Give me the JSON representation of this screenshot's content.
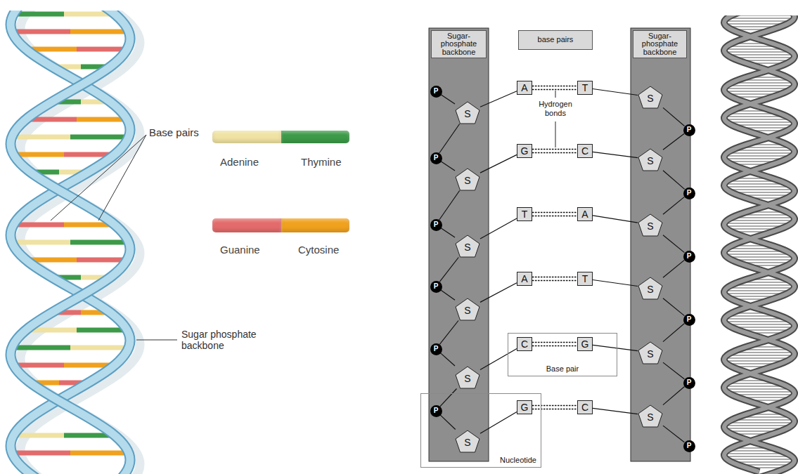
{
  "diagram": {
    "nodes": [
      {
        "text": [
          "Sugar- phosphate backbone"
        ]
      },
      {
        "text": [
          "base pairs"
        ]
      },
      {
        "text": [
          "Sugar- phosphate backbone"
        ]
      },
      {
        "text": [
          "P"
        ]
      },
      {
        "text": [
          "S"
        ]
      },
      {
        "text": [
          "A"
        ]
      },
      {
        "text": [
          "T"
        ]
      },
      {
        "text": [
          "S"
        ]
      },
      {
        "text": [
          "P"
        ]
      },
      {
        "text": [
          "P"
        ]
      },
      {
        "text": [
          "S"
        ]
      },
      {
        "text": [
          "G"
        ]
      },
      {
        "text": [
          "C"
        ]
      },
      {
        "text": [
          "S"
        ]
      },
      {
        "text": [
          "P"
        ]
      },
      {
        "text": [
          "P"
        ]
      },
      {
        "text": [
          "S"
        ]
      },
      {
        "text": [
          "T"
        ]
      },
      {
        "text": [
          "A"
        ]
      },
      {
        "text": [
          "S"
        ]
      },
      {
        "text": [
          "P"
        ]
      },
      {
        "text": [
          "P"
        ]
      },
      {
        "text": [
          "S"
        ]
      },
      {
        "text": [
          "A"
        ]
      },
      {
        "text": [
          "T"
        ]
      },
      {
        "text": [
          "S"
        ]
      },
      {
        "text": [
          "P"
        ]
      },
      {
        "text": [
          "P"
        ]
      },
      {
        "text": [
          "S"
        ]
      },
      {
        "text": [
          "Base pair"
        ]
      },
      {
        "text": [
          "C"
        ],
        "in": 29
      },
      {
        "text": [
          "G"
        ],
        "in": 29
      },
      {
        "text": [
          "S"
        ]
      },
      {
        "text": [
          "P"
        ]
      },
      {
        "text": [
          "Nucleotide"
        ]
      },
      {
        "text": [
          "P"
        ],
        "in": 34
      },
      {
        "text": [
          "S"
        ],
        "in": 34
      },
      {
        "text": [
          "G"
        ],
        "in": 34
      },
      {
        "text": [
          "C"
        ]
      },
      {
        "text": [
          "S"
        ]
      },
      {
        "text": [
          "P"
        ]
      }
    ],
    "edges": [
      {
        "from": 4,
        "to": 5,
        "arrow": "none"
      },
      {
        "from": 5,
        "to": 6,
        "arrow": "none"
      },
      {
        "from": 6,
        "to": 7,
        "arrow": "none"
      },
      {
        "from": 3,
        "to": 4,
        "arrow": "none"
      },
      {
        "from": 4,
        "to": 9,
        "arrow": "none"
      },
      {
        "from": 7,
        "to": 8,
        "arrow": "none"
      },
      {
        "from": 8,
        "to": 13,
        "arrow": "none"
      },
      {
        "from": 10,
        "to": 11,
        "arrow": "none"
      },
      {
        "from": 11,
        "to": 12,
        "arrow": "none"
      },
      {
        "from": 12,
        "to": 13,
        "arrow": "none"
      },
      {
        "from": 9,
        "to": 10,
        "arrow": "none"
      },
      {
        "from": 10,
        "to": 15,
        "arrow": "none"
      },
      {
        "from": 13,
        "to": 14,
        "arrow": "none"
      },
      {
        "from": 14,
        "to": 19,
        "arrow": "none"
      },
      {
        "from": 16,
        "to": 17,
        "arrow": "none"
      },
      {
        "from": 17,
        "to": 18,
        "arrow": "none"
      },
      {
        "from": 18,
        "to": 19,
        "arrow": "none"
      },
      {
        "from": 15,
        "to": 16,
        "arrow": "none"
      },
      {
        "from": 16,
        "to": 21,
        "arrow": "none"
      },
      {
        "from": 19,
        "to": 20,
        "arrow": "none"
      },
      {
        "from": 20,
        "to": 25,
        "arrow": "none"
      },
      {
        "from": 22,
        "to": 23,
        "arrow": "none"
      },
      {
        "from": 23,
        "to": 24,
        "arrow": "none"
      },
      {
        "from": 24,
        "to": 25,
        "arrow": "none"
      },
      {
        "from": 21,
        "to": 22,
        "arrow": "none"
      },
      {
        "from": 22,
        "to": 27,
        "arrow": "none"
      },
      {
        "from": 25,
        "to": 26,
        "arrow": "none"
      },
      {
        "from": 26,
        "to": 32,
        "arrow": "none"
      },
      {
        "from": 28,
        "to": 30,
        "arrow": "none"
      },
      {
        "from": 30,
        "to": 31,
        "arrow": "none"
      },
      {
        "from": 31,
        "to": 32,
        "arrow": "none"
      },
      {
        "from": 27,
        "to": 28,
        "arrow": "none"
      },
      {
        "from": 28,
        "to": 35,
        "arrow": "none"
      },
      {
        "from": 32,
        "to": 33,
        "arrow": "none"
      },
      {
        "from": 33,
        "to": 39,
        "arrow": "none"
      },
      {
        "from": 36,
        "to": 37,
        "arrow": "none"
      },
      {
        "from": 37,
        "to": 38,
        "arrow": "none"
      },
      {
        "from": 38,
        "to": 39,
        "arrow": "none"
      },
      {
        "from": 35,
        "to": 36,
        "arrow": "none"
      },
      {
        "from": 39,
        "to": 40,
        "arrow": "none"
      }
    ],
    "labels": [
      "Base pairs",
      "Sugar phosphate backbone",
      "Hydrogen bonds"
    ],
    "legend": [
      {
        "text": "Adenine",
        "color": "#efe2a2"
      },
      {
        "text": "Thymine",
        "color": "#3c9a48"
      },
      {
        "text": "Guanine",
        "color": "#e36b6b"
      },
      {
        "text": "Cytosine",
        "color": "#f0a11e"
      }
    ]
  }
}
